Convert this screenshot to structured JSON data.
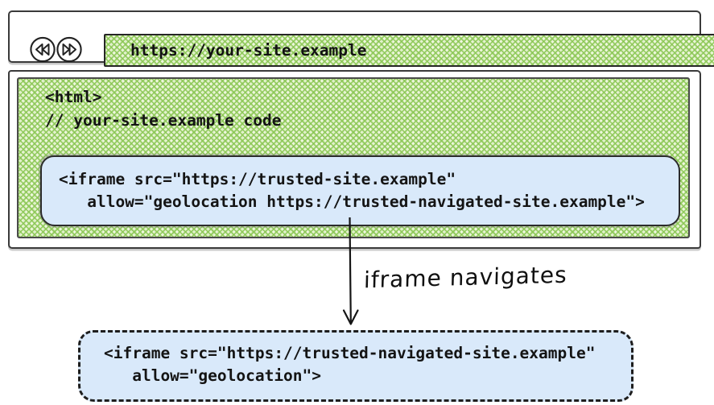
{
  "colors": {
    "green_fill": "#c7e2a2",
    "blue_fill": "#d9e9fa",
    "ink": "#1c1c1c"
  },
  "browser_window": {
    "toolbar": {
      "back_button_icon": "double-left-arrow",
      "forward_button_icon": "double-right-arrow",
      "address_bar_url": "https://your-site.example"
    },
    "page_code": {
      "lines": [
        "<html>",
        "// your-site.example code"
      ]
    },
    "iframe_element_box": {
      "lines": [
        "<iframe src=\"https://trusted-site.example\"",
        "   allow=\"geolocation https://trusted-navigated-site.example\">"
      ]
    }
  },
  "flow": {
    "arrow_label": "iframe navigates"
  },
  "navigated_iframe_box": {
    "lines": [
      "<iframe src=\"https://trusted-navigated-site.example\"",
      "   allow=\"geolocation\">"
    ]
  }
}
